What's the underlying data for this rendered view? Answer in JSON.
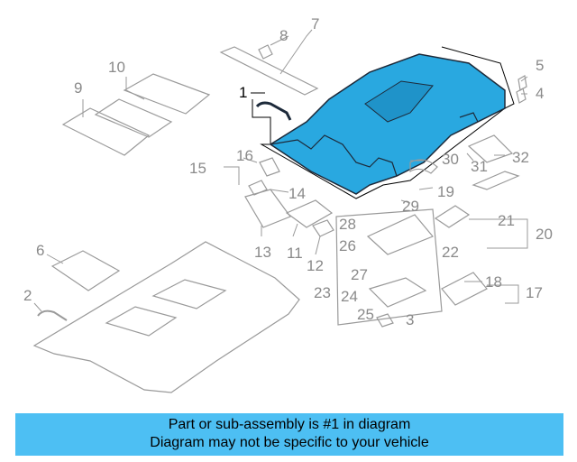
{
  "labels": [
    {
      "id": "1",
      "text": "1"
    },
    {
      "id": "2",
      "text": "2"
    },
    {
      "id": "3",
      "text": "3"
    },
    {
      "id": "4",
      "text": "4"
    },
    {
      "id": "5",
      "text": "5"
    },
    {
      "id": "6",
      "text": "6"
    },
    {
      "id": "7",
      "text": "7"
    },
    {
      "id": "8",
      "text": "8"
    },
    {
      "id": "9",
      "text": "9"
    },
    {
      "id": "10",
      "text": "10"
    },
    {
      "id": "11",
      "text": "11"
    },
    {
      "id": "12",
      "text": "12"
    },
    {
      "id": "13",
      "text": "13"
    },
    {
      "id": "14",
      "text": "14"
    },
    {
      "id": "15",
      "text": "15"
    },
    {
      "id": "16",
      "text": "16"
    },
    {
      "id": "17",
      "text": "17"
    },
    {
      "id": "18",
      "text": "18"
    },
    {
      "id": "19",
      "text": "19"
    },
    {
      "id": "20",
      "text": "20"
    },
    {
      "id": "21",
      "text": "21"
    },
    {
      "id": "22",
      "text": "22"
    },
    {
      "id": "23",
      "text": "23"
    },
    {
      "id": "24",
      "text": "24"
    },
    {
      "id": "25",
      "text": "25"
    },
    {
      "id": "26",
      "text": "26"
    },
    {
      "id": "27",
      "text": "27"
    },
    {
      "id": "28",
      "text": "28"
    },
    {
      "id": "29",
      "text": "29"
    },
    {
      "id": "30",
      "text": "30"
    },
    {
      "id": "31",
      "text": "31"
    },
    {
      "id": "32",
      "text": "32"
    }
  ],
  "banner": {
    "line1": "Part or sub-assembly is #1 in diagram",
    "line2": "Diagram may not be specific to your vehicle"
  },
  "colors": {
    "highlight": "#29a8e0",
    "banner": "#4dbff3",
    "line": "#9a9a9a"
  }
}
